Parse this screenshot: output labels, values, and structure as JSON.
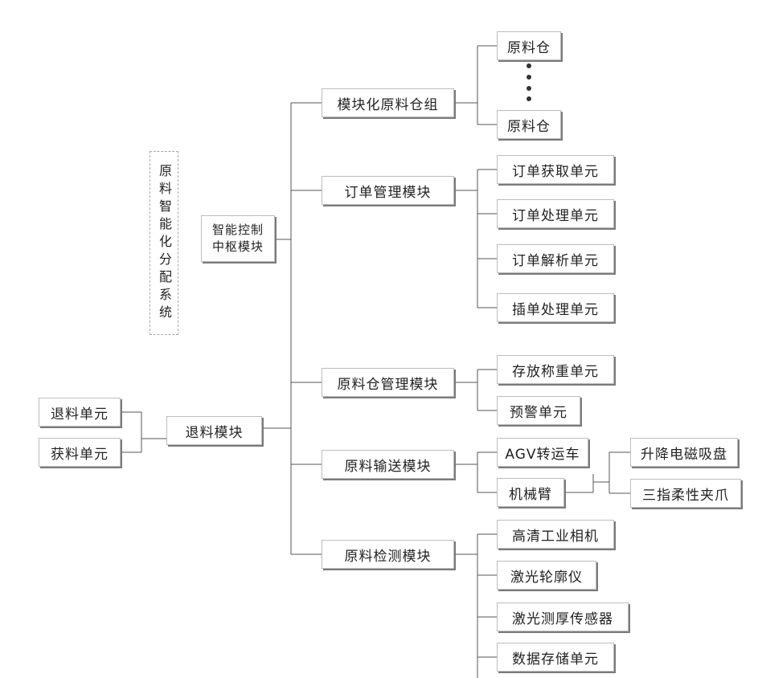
{
  "system_label": "原料智能化分配系统",
  "central": {
    "line1": "智能控制",
    "line2": "中枢模块"
  },
  "return_module": "退料模块",
  "return_units": [
    "退料单元",
    "获料单元"
  ],
  "modules": {
    "warehouse_group": {
      "label": "模块化原料仓组",
      "items": [
        "原料仓",
        "原料仓"
      ]
    },
    "order_mgmt": {
      "label": "订单管理模块",
      "items": [
        "订单获取单元",
        "订单处理单元",
        "订单解析单元",
        "插单处理单元"
      ]
    },
    "warehouse_mgmt": {
      "label": "原料仓管理模块",
      "items": [
        "存放称重单元",
        "预警单元"
      ]
    },
    "conveying": {
      "label": "原料输送模块",
      "items": [
        "AGV转运车",
        "机械臂"
      ],
      "arm_parts": [
        "升降电磁吸盘",
        "三指柔性夹爪"
      ]
    },
    "inspection": {
      "label": "原料检测模块",
      "items": [
        "高清工业相机",
        "激光轮廓仪",
        "激光测厚传感器",
        "数据存储单元"
      ]
    }
  }
}
